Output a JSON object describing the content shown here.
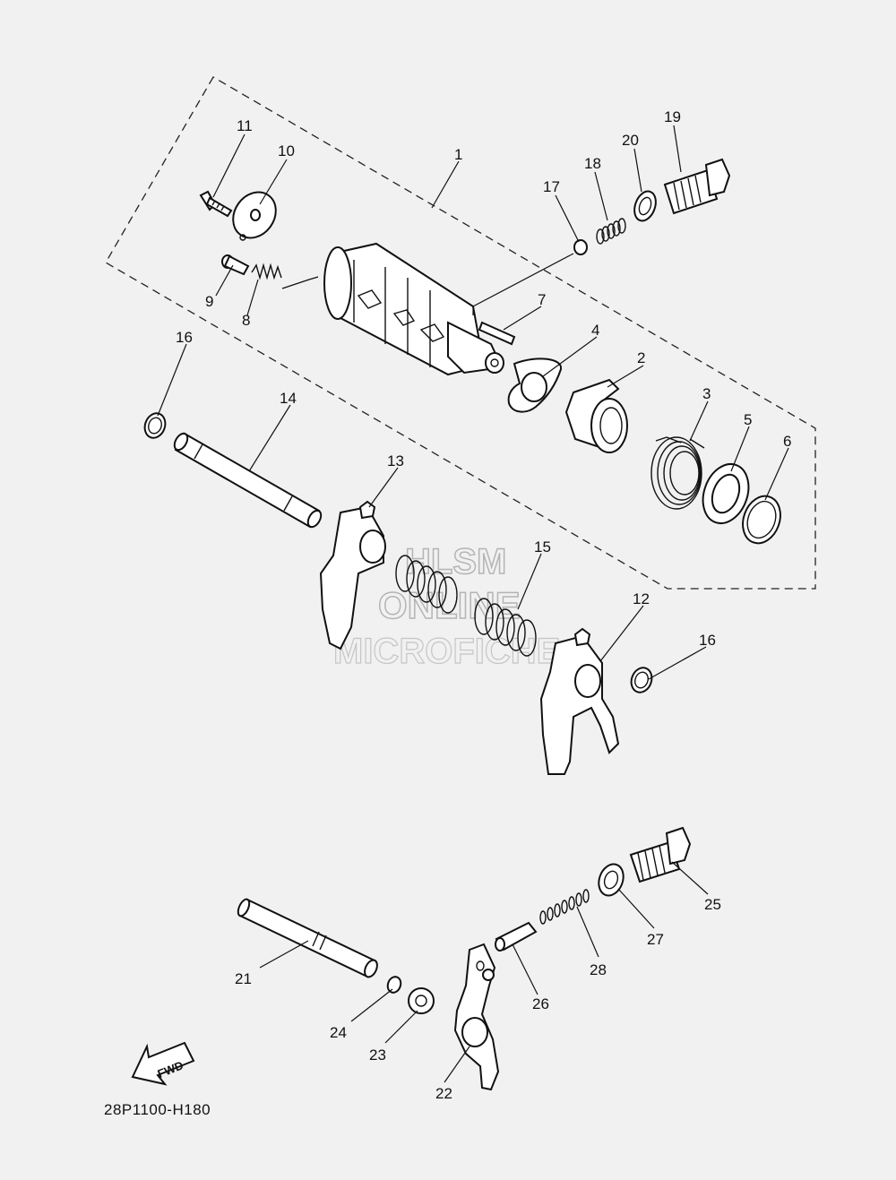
{
  "diagram_code": "28P1100-H180",
  "fwd_label": "FWD",
  "watermark": {
    "line1": "HLSM",
    "line2": "ONLINE",
    "line3": "MICROFICHE"
  },
  "callouts": {
    "c1": "1",
    "c2": "2",
    "c3": "3",
    "c4": "4",
    "c5": "5",
    "c6": "6",
    "c7": "7",
    "c8": "8",
    "c9": "9",
    "c10": "10",
    "c11": "11",
    "c12": "12",
    "c13": "13",
    "c14": "14",
    "c15": "15",
    "c16a": "16",
    "c16b": "16",
    "c17": "17",
    "c18": "18",
    "c19": "19",
    "c20": "20",
    "c21": "21",
    "c22": "22",
    "c23": "23",
    "c24": "24",
    "c25": "25",
    "c26": "26",
    "c27": "27",
    "c28": "28"
  }
}
